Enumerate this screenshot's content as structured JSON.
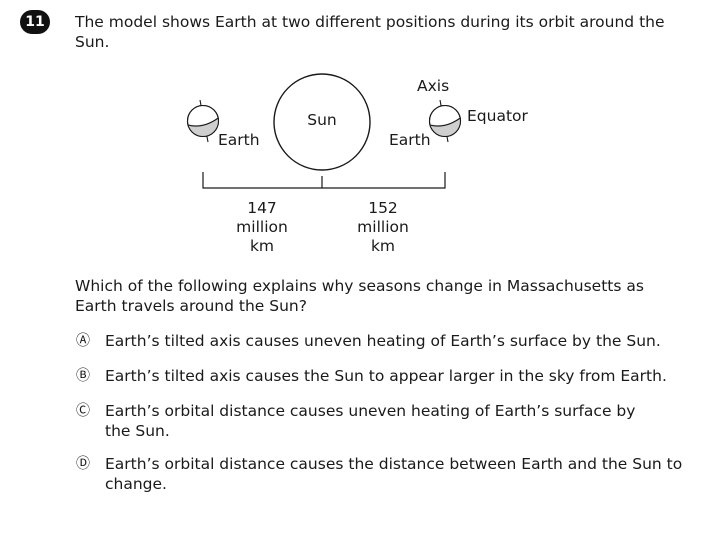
{
  "question_number": "11",
  "stem": "The model shows Earth at two different positions during its orbit around the Sun.",
  "diagram": {
    "sun_label": "Sun",
    "left_earth_label": "Earth",
    "right_earth_label": "Earth",
    "axis_label": "Axis",
    "equator_label": "Equator",
    "left_distance": [
      "147",
      "million",
      "km"
    ],
    "right_distance": [
      "152",
      "million",
      "km"
    ]
  },
  "question": "Which of the following explains why seasons change in Massachusetts as Earth travels around the Sun?",
  "choices": [
    {
      "letter": "Ⓐ",
      "text": "Earth’s tilted axis causes uneven heating of Earth’s surface by the Sun."
    },
    {
      "letter": "Ⓑ",
      "text": "Earth’s tilted axis causes the Sun to appear larger in the sky from Earth."
    },
    {
      "letter": "Ⓒ",
      "text": "Earth’s orbital distance causes uneven heating of Earth’s surface by the Sun."
    },
    {
      "letter": "Ⓓ",
      "text": "Earth’s orbital distance causes the distance between Earth and the Sun to change."
    }
  ]
}
